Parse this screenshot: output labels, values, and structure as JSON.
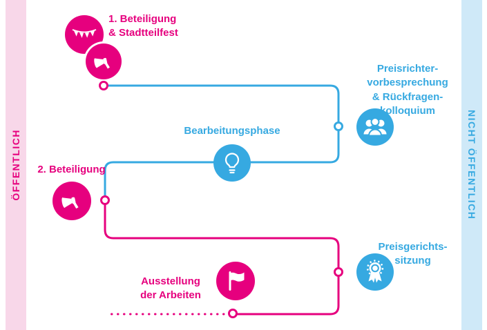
{
  "colors": {
    "pink": "#e6007e",
    "blue": "#36a9e1",
    "pink-band": "#f8d7e9",
    "blue-band": "#cfe9f8"
  },
  "bands": {
    "left": "ÖFFENTLICH",
    "right": "NICHT ÖFFENTLICH"
  },
  "steps": {
    "step1": {
      "label": "1. Beteiligung\n& Stadtteilfest",
      "icons": [
        "bunting-icon",
        "megaphone-icon"
      ],
      "audience": "public"
    },
    "jury_briefing": {
      "label": "Preisrichter-\nvorbesprechung\n& Rückfragen-\nkolloquium",
      "icons": [
        "committee-icon"
      ],
      "audience": "non-public"
    },
    "working_phase": {
      "label": "Bearbeitungsphase",
      "icons": [
        "lightbulb-icon"
      ],
      "audience": "non-public"
    },
    "step2": {
      "label": "2. Beteiligung",
      "icons": [
        "megaphone-icon"
      ],
      "audience": "public"
    },
    "jury_session": {
      "label": "Preisgerichts-\nsitzung",
      "icons": [
        "medal-icon"
      ],
      "audience": "non-public"
    },
    "exhibition": {
      "label": "Ausstellung\nder Arbeiten",
      "icons": [
        "flag-icon"
      ],
      "audience": "public"
    }
  },
  "sequence": [
    "step1",
    "jury_briefing",
    "working_phase",
    "step2",
    "jury_session",
    "exhibition"
  ]
}
